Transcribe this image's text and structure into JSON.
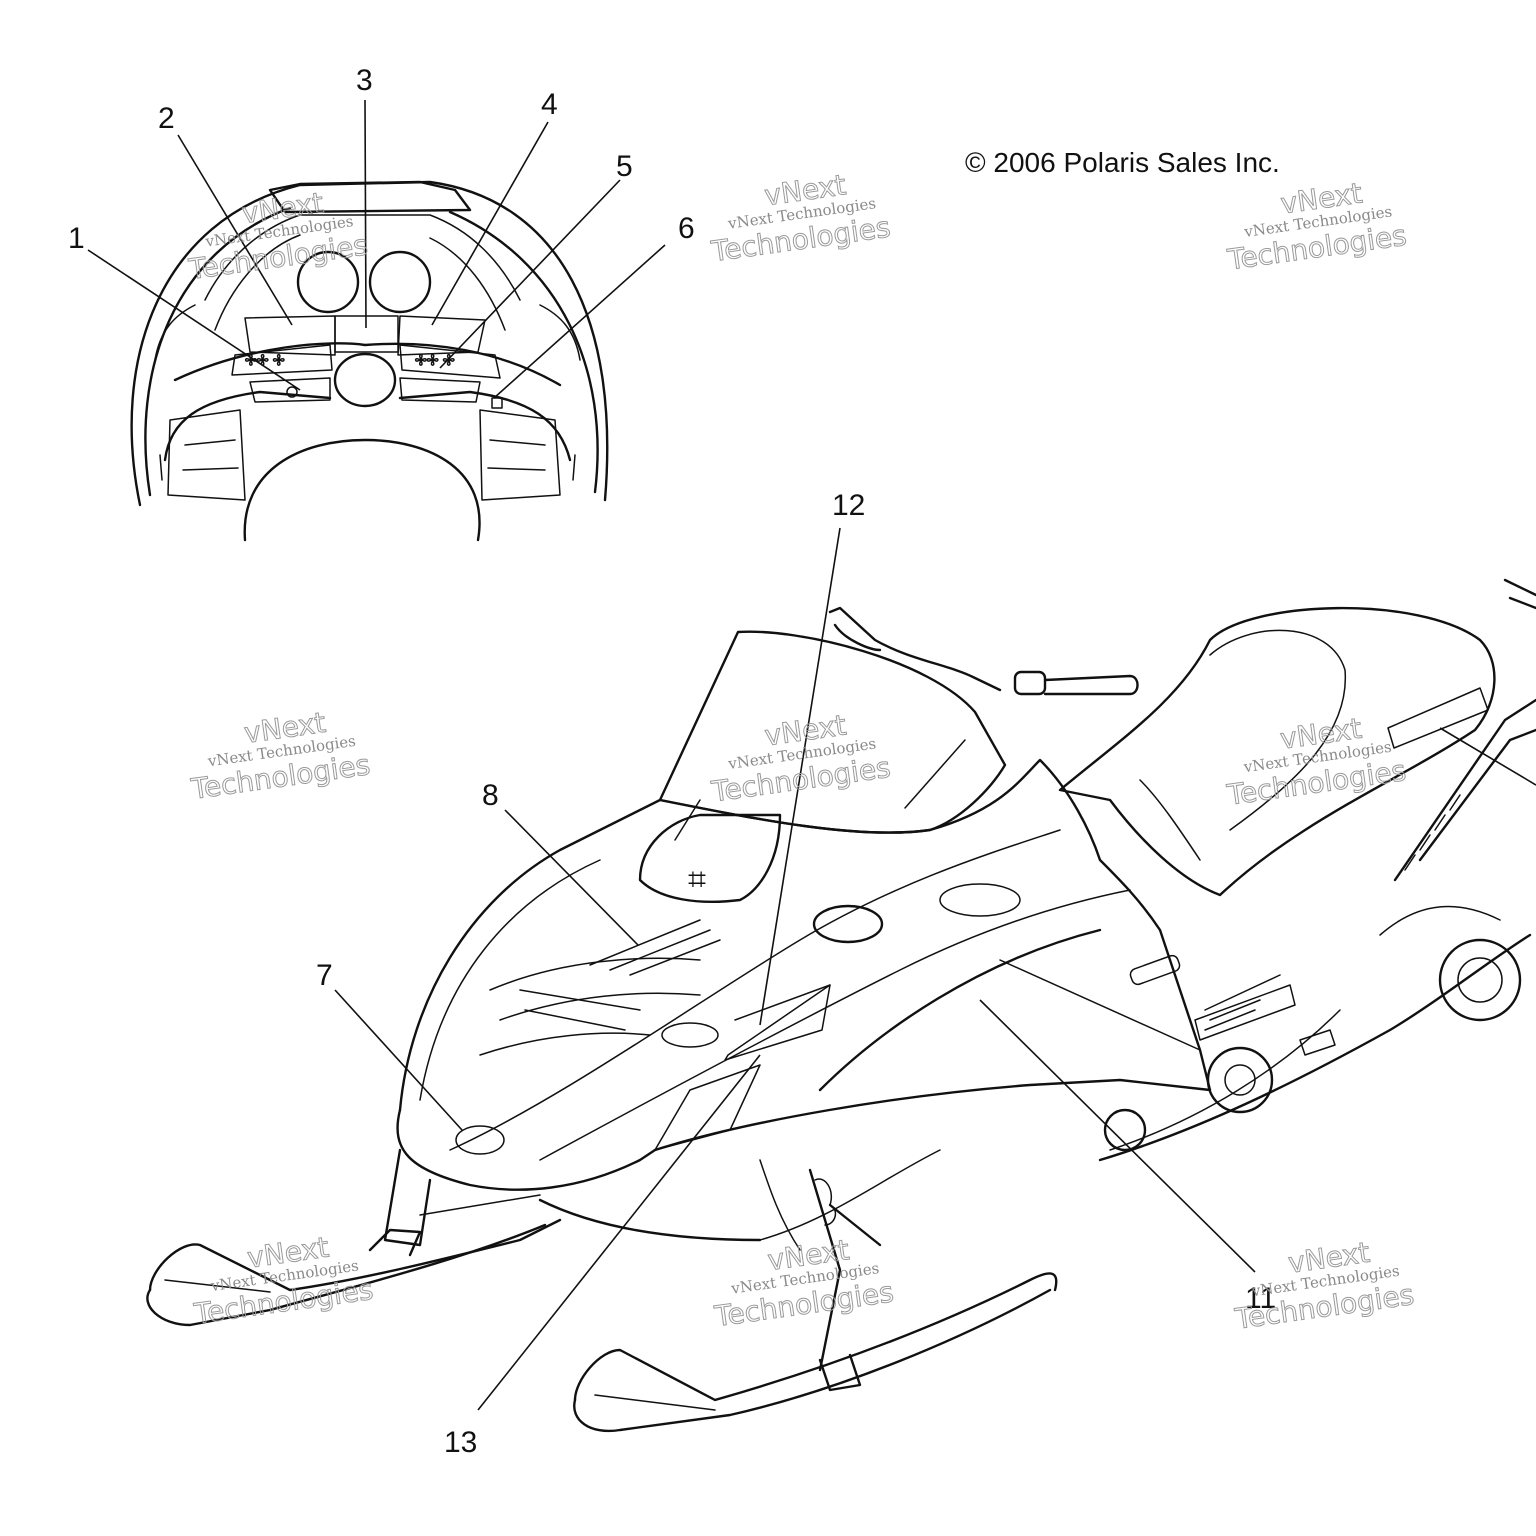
{
  "copyright": "© 2006 Polaris Sales Inc.",
  "callouts": [
    "1",
    "2",
    "3",
    "4",
    "5",
    "6",
    "7",
    "8",
    "11",
    "12",
    "13"
  ],
  "watermark": {
    "line1": "vNext",
    "line2": "vNext Technologies",
    "line3": "Technologies"
  }
}
